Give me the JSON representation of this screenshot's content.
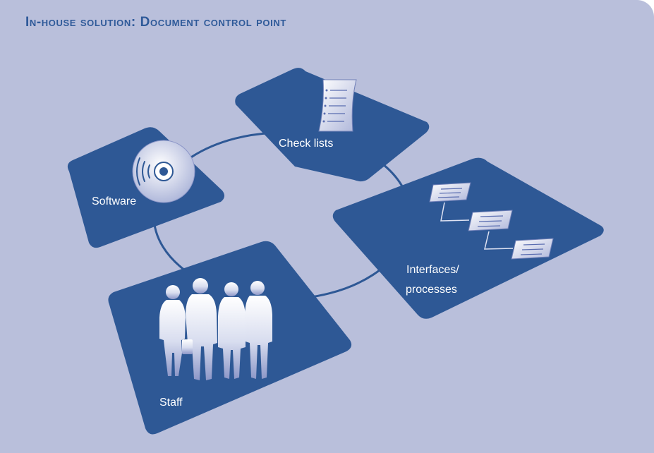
{
  "title": "In-house solution: Document control point",
  "nodes": {
    "check_lists": {
      "label": "Check lists"
    },
    "software": {
      "label": "Software"
    },
    "interfaces": {
      "label_line1": "Interfaces/",
      "label_line2": "processes"
    },
    "staff": {
      "label": "Staff"
    }
  },
  "colors": {
    "background": "#b9bfdb",
    "card": "#2e5895",
    "ring": "#2e5895",
    "title": "#2f5a99",
    "icon_light": "#f2f4fb",
    "icon_shade": "#a9b1d6"
  },
  "icons": {
    "check_lists": "checklist-document-icon",
    "software": "cd-disc-icon",
    "interfaces": "process-flow-icon",
    "staff": "people-silhouettes-icon"
  }
}
